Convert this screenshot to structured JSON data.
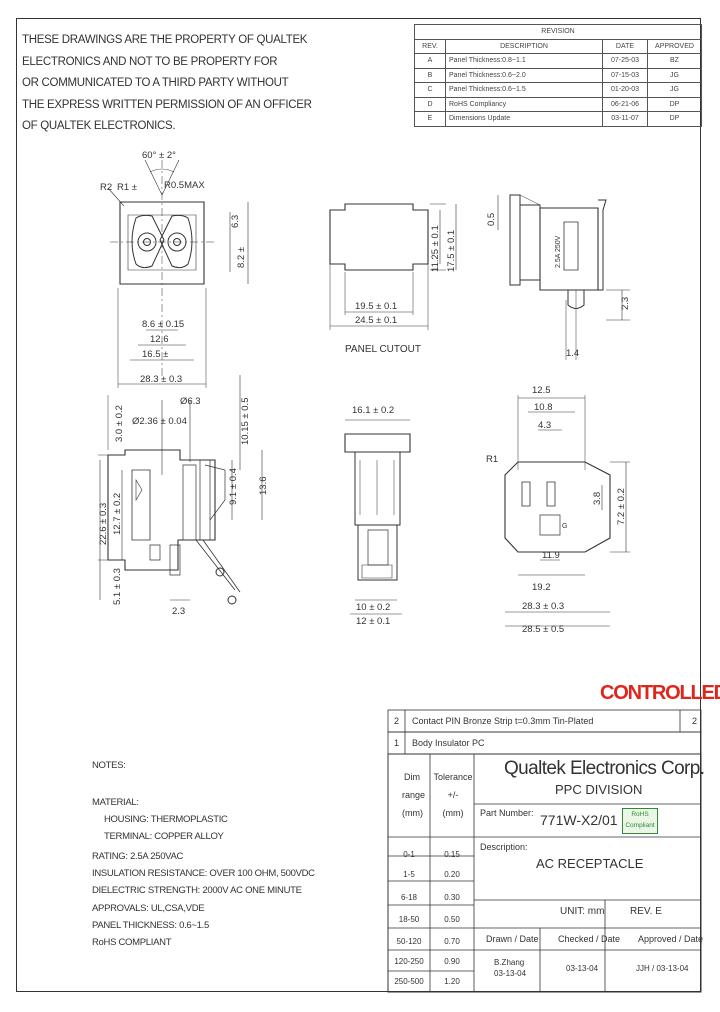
{
  "notice_lines": [
    "THESE DRAWINGS ARE THE PROPERTY OF QUALTEK",
    "ELECTRONICS AND NOT TO BE PROPERTY FOR",
    "OR COMMUNICATED TO A THIRD PARTY WITHOUT",
    "THE EXPRESS WRITTEN PERMISSION OF AN OFFICER",
    "OF QUALTEK ELECTRONICS."
  ],
  "revision": {
    "title": "REVISION",
    "headers": [
      "REV.",
      "DESCRIPTION",
      "DATE",
      "APPROVED"
    ],
    "rows": [
      [
        "A",
        "Panel Thickness:0.8~1.1",
        "07-25-03",
        "BZ"
      ],
      [
        "B",
        "Panel Thickness:0.6~2.0",
        "07-15-03",
        "JG"
      ],
      [
        "C",
        "Panel Thickness:0.6~1.5",
        "01-20-03",
        "JG"
      ],
      [
        "D",
        "RoHS Compliancy",
        "06-21-06",
        "DP"
      ],
      [
        "E",
        "Dimensions Update",
        "03-11-07",
        "DP"
      ]
    ]
  },
  "dims": {
    "angle": "60° ± 2°",
    "r2": "R2",
    "r1": "R1 ±",
    "r05": "R0.5MAX",
    "d86": "8.6 ± 0.15",
    "d126": "12.6",
    "d165": "16.5 ±",
    "d283a": "28.3 ± 0.3",
    "d195": "19.5 ± 0.1",
    "d245": "24.5 ± 0.1",
    "d63": "6.3",
    "d82": "8.2 ±",
    "d1125": "11.25 ± 0.1",
    "d175": "17.5 ± 0.1",
    "d05": "0.5",
    "d23a": "2.3",
    "d14": "1.4",
    "panel_cutout": "PANEL CUTOUT",
    "d63b": "Ø6.3",
    "d236": "Ø2.36 ± 0.04",
    "d30": "3.0 ± 0.2",
    "d1015": "10.15 ± 0.5",
    "d91": "9.1 ± 0.4",
    "d136": "13.6",
    "d226": "22.6 ± 0.3",
    "d127": "12.7 ± 0.2",
    "d51": "5.1 ± 0.3",
    "d23b": "2.3",
    "d161": "16.1 ± 0.2",
    "d10": "10 ± 0.2",
    "d12": "12 ± 0.1",
    "d125": "12.5",
    "d108": "10.8",
    "d43": "4.3",
    "r1b": "R1",
    "d38": "3.8",
    "d72": "7.2 ± 0.2",
    "d119": "11.9",
    "d192": "19.2",
    "d283b": "28.3 ± 0.3",
    "d285": "28.5 ± 0.5",
    "rating_text": "2.5A  250V",
    "g6": "G"
  },
  "controlled": "CONTROLLED",
  "bom": [
    {
      "no": "2",
      "desc": "Contact PIN Bronze Strip t=0.3mm Tin-Plated",
      "qty": "2"
    },
    {
      "no": "1",
      "desc": "Body Insulator PC",
      "qty": ""
    }
  ],
  "notes": {
    "title": "NOTES:",
    "lines": [
      "MATERIAL:",
      "HOUSING: THERMOPLASTIC",
      "TERMINAL: COPPER ALLOY",
      "RATING: 2.5A 250VAC",
      "INSULATION RESISTANCE: OVER 100 OHM, 500VDC",
      "DIELECTRIC STRENGTH: 2000V AC ONE MINUTE",
      "APPROVALS: UL,CSA,VDE",
      "PANEL THICKNESS: 0.6~1.5",
      "RoHS COMPLIANT"
    ]
  },
  "titleblock": {
    "dim_range": [
      "Dim",
      "range",
      "(mm)"
    ],
    "tolerance": [
      "Tolerance",
      "+/-",
      "(mm)"
    ],
    "tol_rows": [
      [
        "0-1",
        "0.15"
      ],
      [
        "1-5",
        "0.20"
      ],
      [
        "6-18",
        "0.30"
      ],
      [
        "18-50",
        "0.50"
      ],
      [
        "50-120",
        "0.70"
      ],
      [
        "120-250",
        "0.90"
      ],
      [
        "250-500",
        "1.20"
      ]
    ],
    "company": "Qualtek Electronics Corp.",
    "division": "PPC DIVISION",
    "part_label": "Part Number:",
    "part_number": "771W-X2/01",
    "rohs": [
      "RoHS",
      "Compliant"
    ],
    "desc_label": "Description:",
    "description": "AC RECEPTACLE",
    "unit": "UNIT: mm",
    "rev": "REV. E",
    "drawn_label": "Drawn / Date",
    "checked_label": "Checked / Date",
    "approved_label": "Approved / Date",
    "drawn": [
      "B.Zhang",
      "03-13-04"
    ],
    "checked": "03-13-04",
    "approved": "JJH / 03-13-04"
  }
}
